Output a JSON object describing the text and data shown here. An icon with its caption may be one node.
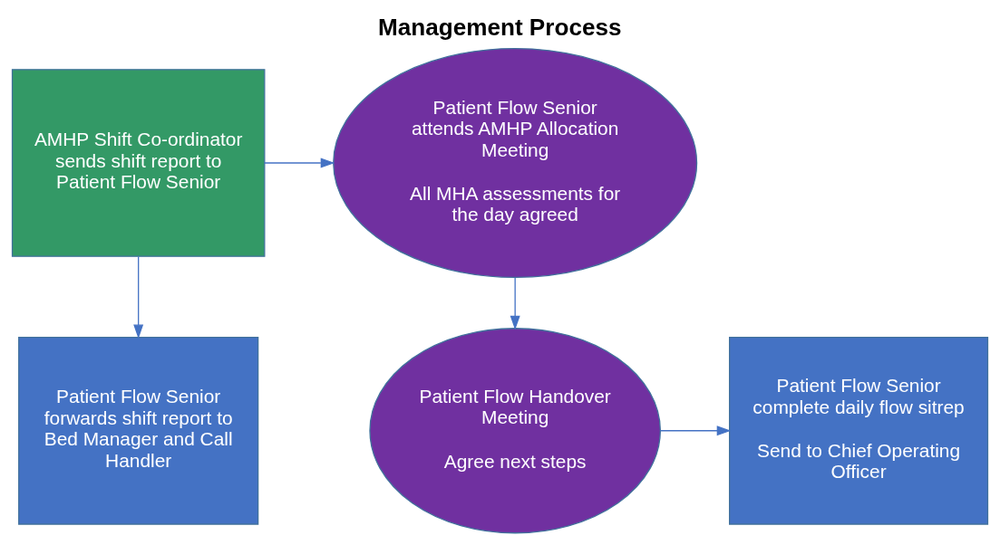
{
  "diagram": {
    "title": "Management Process",
    "nodes": [
      {
        "text": [
          "AMHP Shift Co-ordinator sends shift report to Patient Flow Senior"
        ]
      },
      {
        "text": [
          "Patient Flow Senior attends AMHP Allocation Meeting",
          "All MHA assessments for the day agreed"
        ]
      },
      {
        "text": [
          "Patient Flow Senior forwards shift report to Bed Manager and Call Handler"
        ]
      },
      {
        "text": [
          "Patient Flow Handover Meeting",
          "Agree next steps"
        ]
      },
      {
        "text": [
          "Patient Flow Senior complete daily flow sitrep",
          "Send to Chief Operating Officer"
        ]
      }
    ],
    "edges": [
      {
        "from": 0,
        "to": 1,
        "arrow": "to"
      },
      {
        "from": 0,
        "to": 2,
        "arrow": "to"
      },
      {
        "from": 1,
        "to": 3,
        "arrow": "to"
      },
      {
        "from": 3,
        "to": 4,
        "arrow": "to"
      }
    ]
  }
}
